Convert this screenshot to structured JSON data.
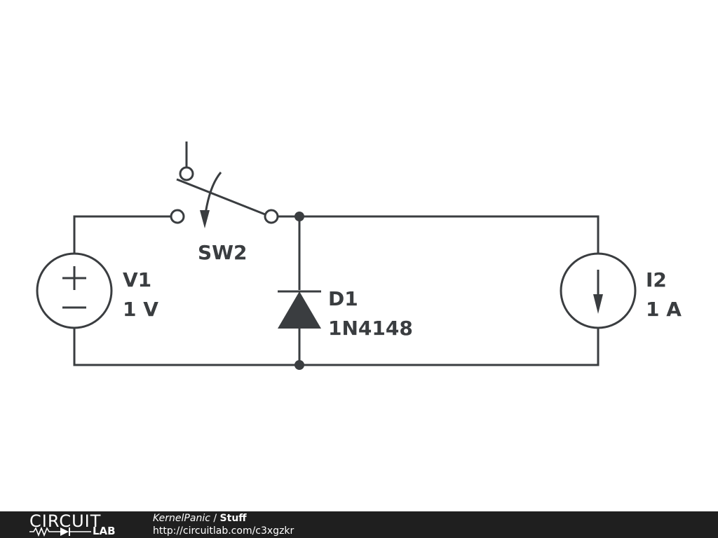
{
  "components": {
    "switch": {
      "name": "SW2"
    },
    "voltage_source": {
      "name": "V1",
      "value": "1 V"
    },
    "diode": {
      "name": "D1",
      "part": "1N4148"
    },
    "current_source": {
      "name": "I2",
      "value": "1 A"
    }
  },
  "footer": {
    "logo_top": "CIRCUIT",
    "logo_bottom": "LAB",
    "user": "KernelPanic",
    "separator": " / ",
    "project": "Stuff",
    "url": "http://circuitlab.com/c3xgzkr"
  },
  "colors": {
    "ink": "#3a3d40",
    "footer_bg": "#1f1f1f",
    "footer_text": "#ffffff"
  }
}
